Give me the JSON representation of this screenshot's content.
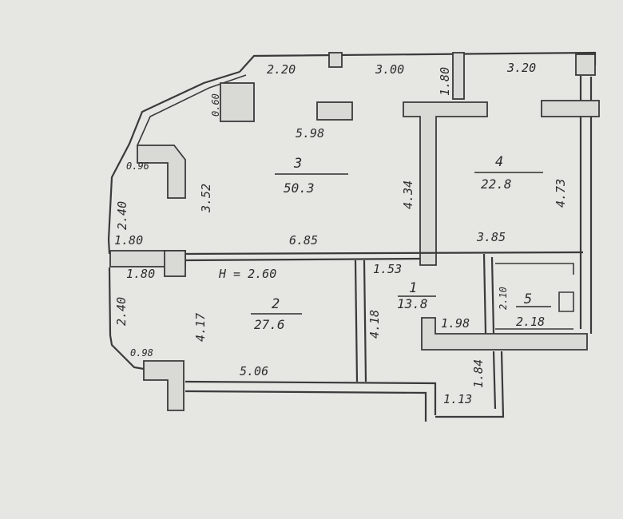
{
  "rooms": [
    {
      "number": "1",
      "area": "13.8"
    },
    {
      "number": "2",
      "area": "27.6"
    },
    {
      "number": "3",
      "area": "50.3"
    },
    {
      "number": "4",
      "area": "22.8"
    },
    {
      "number": "5",
      "area": "2.18"
    }
  ],
  "dimensions": {
    "top_left": "2.20",
    "top_mid": "3.00",
    "top_right": "3.20",
    "top_vertical": "1.80",
    "bay_small": "0.60",
    "bay_left": "0.96",
    "hall_width": "5.98",
    "hall_height": "3.52",
    "hall_bottom": "6.85",
    "hall_inner_height": "4.34",
    "left_side_upper": "2.40",
    "left_side_lower": "2.40",
    "left_upper_step": "1.80",
    "left_lower_step": "1.80",
    "bedroom_height": "4.73",
    "bedroom_bottom": "3.85",
    "ceiling": "H = 2.60",
    "room2_height": "4.17",
    "room2_bottom": "5.06",
    "room1_height": "4.18",
    "corridor": "1.53",
    "corridor_lower": "1.98",
    "bath_height": "2.10",
    "stairs_height": "1.84",
    "stairs_width": "1.13",
    "corner_bottom_left": "0.98"
  }
}
